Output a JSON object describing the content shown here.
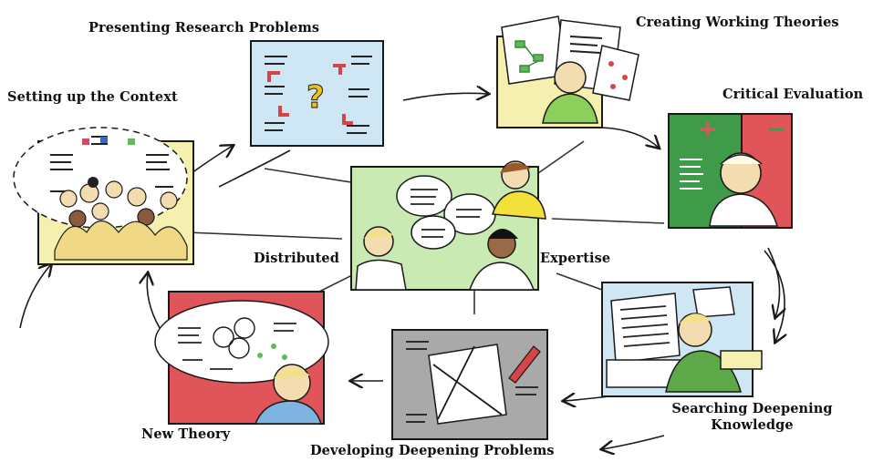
{
  "stages": {
    "context": "Setting up the Context",
    "problems": "Presenting Research Problems",
    "theories": "Creating Working Theories",
    "evaluation": "Critical Evaluation",
    "searching_line1": "Searching Deepening",
    "searching_line2": "Knowledge",
    "developing": "Developing Deepening Problems",
    "new_theory": "New Theory"
  },
  "center": {
    "left_label": "Distributed",
    "right_label": "Expertise"
  },
  "icons": {
    "question": "?",
    "plus": "+",
    "minus": "−"
  },
  "colors": {
    "panel_blue": "#cfe6f4",
    "panel_yellow": "#f6f0b0",
    "panel_green": "#3f9a4a",
    "panel_red": "#e0555a",
    "panel_gray": "#a9a9a9",
    "center_green": "#c9eab2",
    "skin": "#f3dcb0",
    "ink": "#1a1a1a"
  }
}
